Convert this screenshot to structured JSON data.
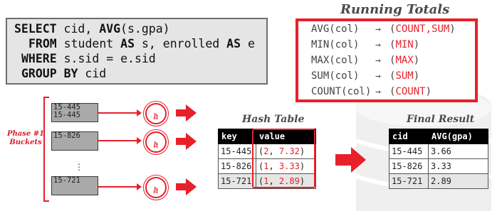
{
  "sql": {
    "line1": {
      "kw1": "SELECT",
      "t1": " cid, ",
      "kw2": "AVG",
      "t2": "(s.gpa)"
    },
    "line2": {
      "kw1": "FROM",
      "t1": " student ",
      "kw2": "AS",
      "t2": " s, enrolled ",
      "kw3": "AS",
      "t3": " e"
    },
    "line3": {
      "kw1": "WHERE",
      "t1": " s.sid = e.sid"
    },
    "line4": {
      "kw1": "GROUP BY",
      "t1": " cid"
    }
  },
  "running_totals": {
    "title": "Running Totals",
    "arrow": "→",
    "rows": [
      {
        "fn": "AVG(col)",
        "open": "(",
        "val": "COUNT,SUM",
        "close": ")"
      },
      {
        "fn": "MIN(col)",
        "open": "(",
        "val": "MIN",
        "close": ")"
      },
      {
        "fn": "MAX(col)",
        "open": "(",
        "val": "MAX",
        "close": ")"
      },
      {
        "fn": "SUM(col)",
        "open": "(",
        "val": "SUM",
        "close": ")"
      },
      {
        "fn": "COUNT(col)",
        "open": "(",
        "val": "COUNT",
        "close": ")"
      }
    ]
  },
  "phase_label": "Phase #1\nBuckets",
  "buckets": [
    {
      "lines": [
        "15-445",
        "15-445"
      ]
    },
    {
      "lines": [
        "15-826"
      ]
    },
    {
      "lines": [
        "15-721"
      ]
    }
  ],
  "bucket_ellipsis": "⋮",
  "hash_fn": {
    "h": "h",
    "sub": "2"
  },
  "hash_table": {
    "title": "Hash Table",
    "headers": [
      "key",
      "value"
    ],
    "rows": [
      {
        "key": "15-445",
        "open": "(",
        "count": "2",
        "sep": ", ",
        "sum": "7.32",
        "close": ")"
      },
      {
        "key": "15-826",
        "open": "(",
        "count": "1",
        "sep": ", ",
        "sum": "3.33",
        "close": ")"
      },
      {
        "key": "15-721",
        "open": "(",
        "count": "1",
        "sep": ", ",
        "sum": "2.89",
        "close": ")"
      }
    ]
  },
  "final_result": {
    "title": "Final Result",
    "headers": [
      "cid",
      "AVG(gpa)"
    ],
    "rows": [
      [
        "15-445",
        "3.66"
      ],
      [
        "15-826",
        "3.33"
      ],
      [
        "15-721",
        "2.89"
      ]
    ]
  },
  "colors": {
    "accent": "#e8202a",
    "sql_bg": "#e5e5e5",
    "bucket": "#a9a9a9"
  }
}
